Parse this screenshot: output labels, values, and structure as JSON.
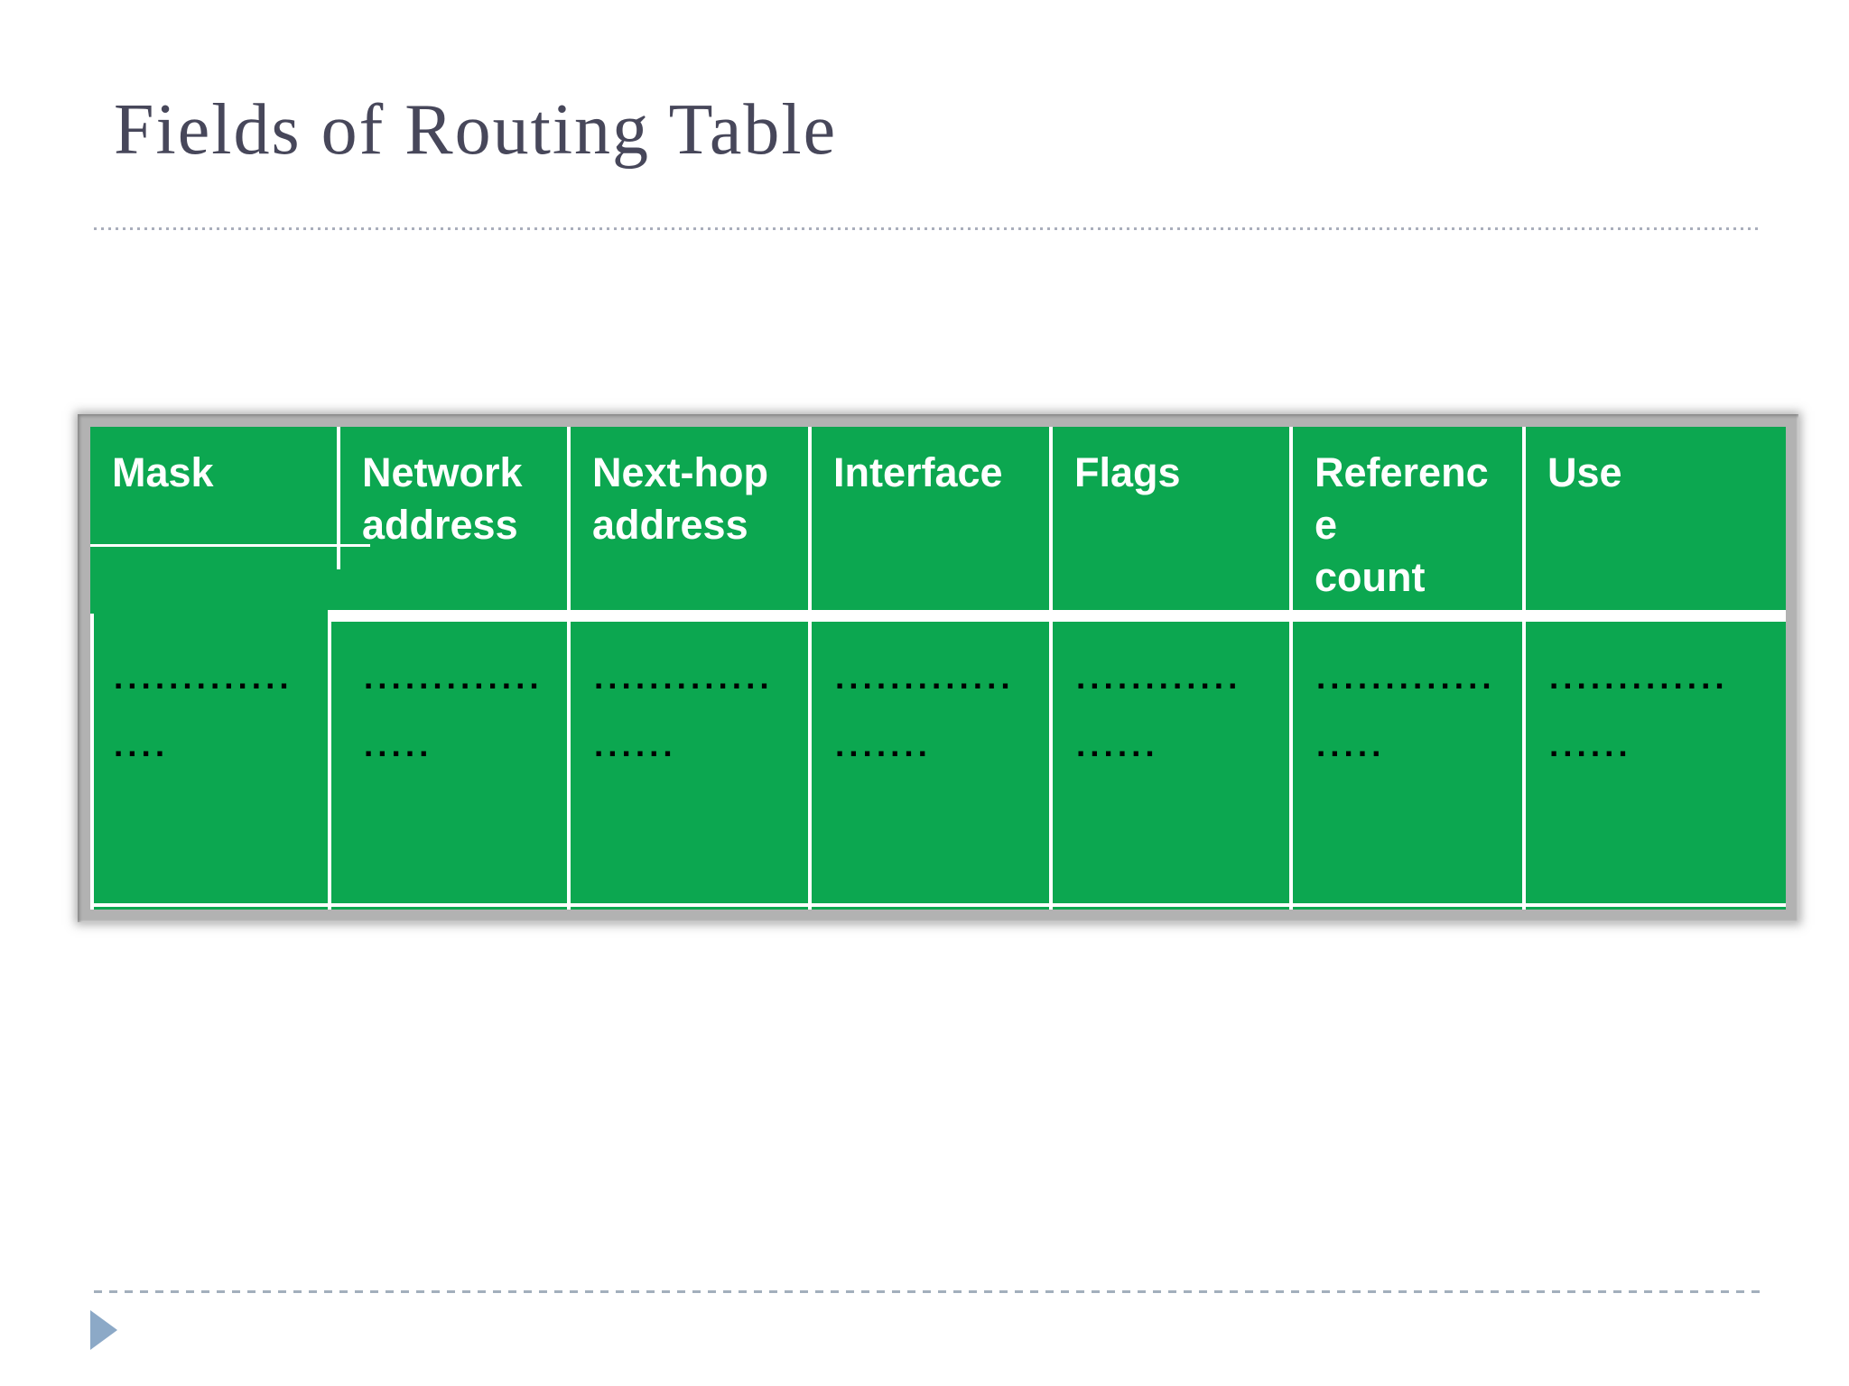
{
  "slide": {
    "title": "Fields of Routing Table"
  },
  "colors": {
    "green": "#0ca750",
    "frame": "#b2b2b2",
    "title": "#47475a",
    "dotted_rule": "#a9aebb",
    "dashed_rule": "#a3afbc",
    "triangle": "#8ca9c7",
    "header_text": "#ffffff",
    "dots_text": "#000000"
  },
  "table": {
    "columns": [
      {
        "header": "Mask",
        "dots_line1": ".............",
        "dots_line2": "...."
      },
      {
        "header": "Network\naddress",
        "dots_line1": ".............",
        "dots_line2": "....."
      },
      {
        "header": "Next-hop\naddress",
        "dots_line1": ".............",
        "dots_line2": "......"
      },
      {
        "header": "Interface",
        "dots_line1": ".............",
        "dots_line2": "......."
      },
      {
        "header": "Flags",
        "dots_line1": "............",
        "dots_line2": "......"
      },
      {
        "header": "Referenc\ne\ncount",
        "dots_line1": ".............",
        "dots_line2": "....."
      },
      {
        "header": "Use",
        "dots_line1": ".............",
        "dots_line2": "......"
      }
    ]
  }
}
